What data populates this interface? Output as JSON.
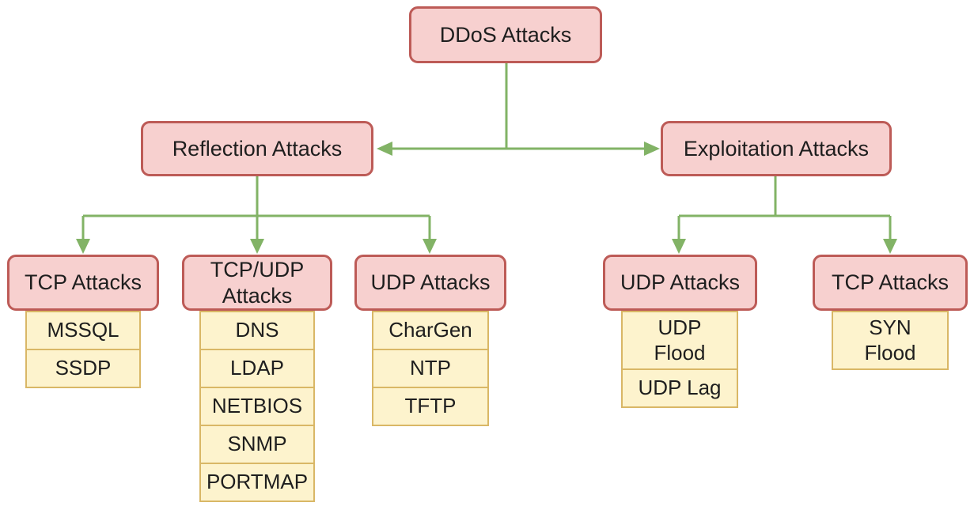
{
  "root": {
    "label": "DDoS Attacks"
  },
  "branches": [
    {
      "label": "Reflection Attacks",
      "children": [
        {
          "label": "TCP Attacks",
          "items": [
            "MSSQL",
            "SSDP"
          ]
        },
        {
          "label": "TCP/UDP\nAttacks",
          "items": [
            "DNS",
            "LDAP",
            "NETBIOS",
            "SNMP",
            "PORTMAP"
          ]
        },
        {
          "label": "UDP Attacks",
          "items": [
            "CharGen",
            "NTP",
            "TFTP"
          ]
        }
      ]
    },
    {
      "label": "Exploitation Attacks",
      "children": [
        {
          "label": "UDP Attacks",
          "items": [
            "UDP\nFlood",
            "UDP Lag"
          ]
        },
        {
          "label": "TCP Attacks",
          "items": [
            "SYN\nFlood"
          ]
        }
      ]
    }
  ],
  "colors": {
    "pink_fill": "#f7d0cf",
    "pink_border": "#bd5b57",
    "yellow_fill": "#fdf3cd",
    "yellow_border": "#d9b766",
    "green": "#82b366",
    "text": "#1e1e1e",
    "background": "#ffffff"
  }
}
